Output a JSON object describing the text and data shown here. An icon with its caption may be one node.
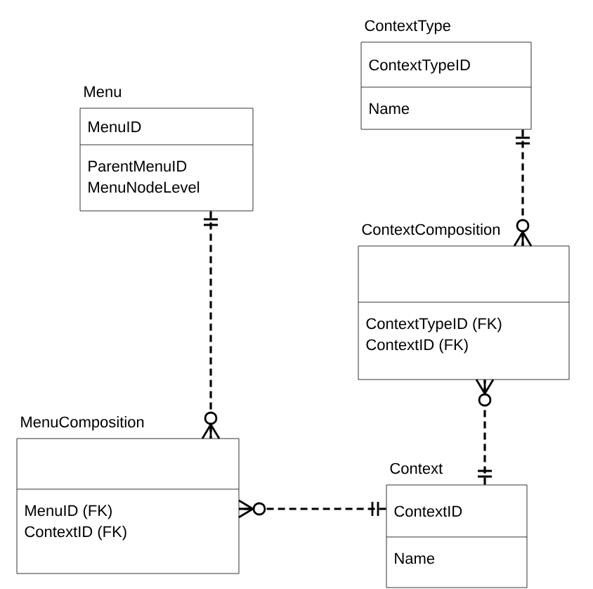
{
  "diagram": {
    "nodes": [
      {
        "text": [
          "ContextType",
          "ContextTypeID",
          "Name"
        ]
      },
      {
        "text": [
          "Menu",
          "MenuID",
          "ParentMenuID",
          "MenuNodeLevel"
        ]
      },
      {
        "text": [
          "ContextComposition",
          "ContextTypeID (FK)",
          "ContextID (FK)"
        ]
      },
      {
        "text": [
          "MenuComposition",
          "MenuID (FK)",
          "ContextID (FK)"
        ]
      },
      {
        "text": [
          "Context",
          "ContextID",
          "Name"
        ]
      }
    ],
    "edges": [
      {
        "from": 1,
        "to": 3,
        "arrow": "other",
        "style": "dashed"
      },
      {
        "from": 0,
        "to": 2,
        "arrow": "other",
        "style": "dashed"
      },
      {
        "from": 4,
        "to": 2,
        "arrow": "other",
        "style": "dashed"
      },
      {
        "from": 4,
        "to": 3,
        "arrow": "other",
        "style": "dashed"
      }
    ]
  }
}
